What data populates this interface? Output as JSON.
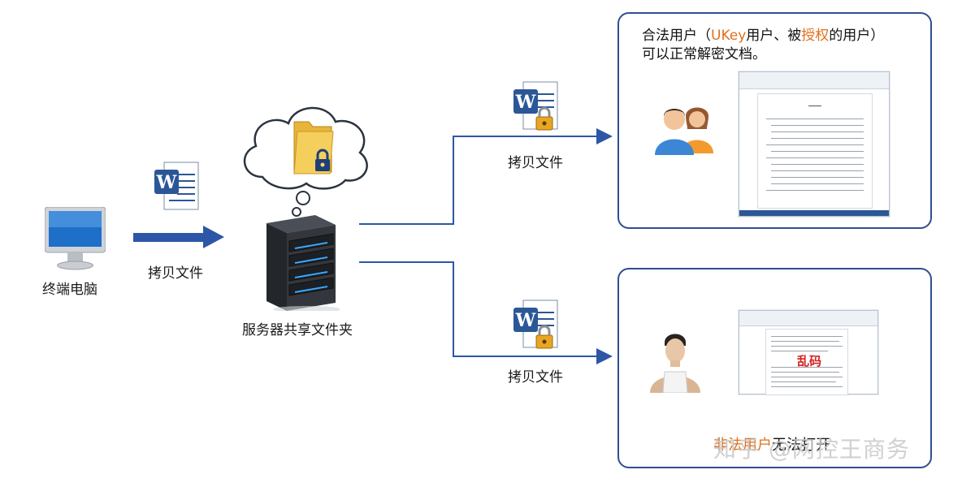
{
  "nodes": {
    "terminal": {
      "label": "终端电脑"
    },
    "server": {
      "label": "服务器共享文件夹"
    }
  },
  "edges": {
    "copy_to_server": "拷贝文件",
    "copy_to_legal": "拷贝文件",
    "copy_to_illegal": "拷贝文件"
  },
  "legal_panel": {
    "caption_part1": "合法用户（",
    "caption_ukey": "UKey",
    "caption_part2": "用户、被",
    "caption_auth": "授权",
    "caption_part3": "的用户）",
    "caption_line2": "可以正常解密文档。"
  },
  "illegal_panel": {
    "garbled_text": "乱码",
    "caption_illegal": "非法用户",
    "caption_rest": "无法打开"
  },
  "watermark": "知乎 @网控王商务",
  "colors": {
    "panel_border": "#2f4f8f",
    "arrow": "#2d57a6",
    "accent": "#e0701a",
    "garbled": "#d42020"
  }
}
